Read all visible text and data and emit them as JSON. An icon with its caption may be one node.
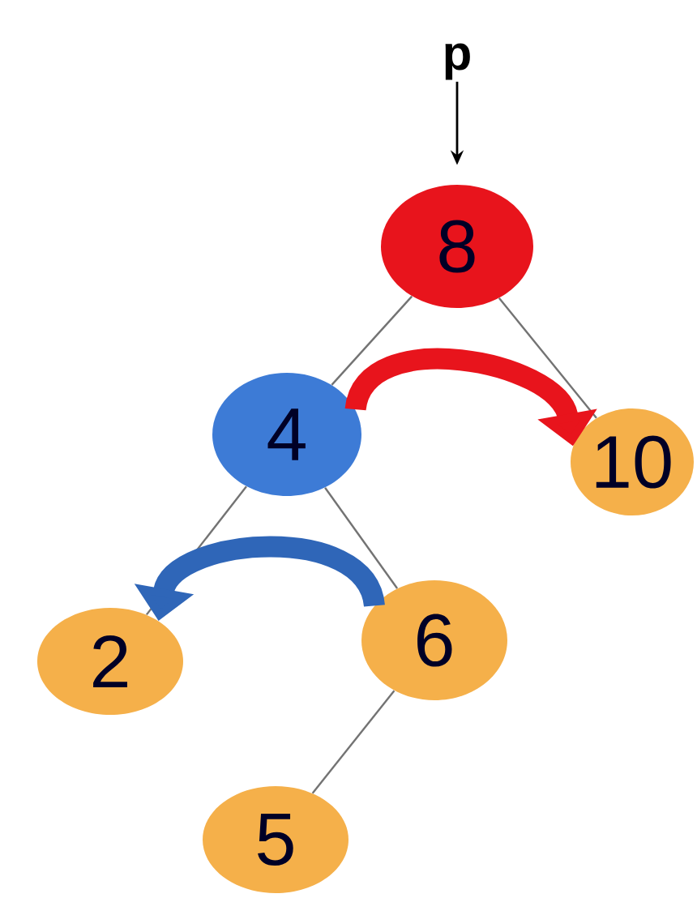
{
  "diagram": {
    "nodes": [
      {
        "text": [
          "p"
        ]
      },
      {
        "text": [
          "8"
        ]
      },
      {
        "text": [
          "4"
        ]
      },
      {
        "text": [
          "10"
        ]
      },
      {
        "text": [
          "2"
        ]
      },
      {
        "text": [
          "6"
        ]
      },
      {
        "text": [
          "5"
        ]
      }
    ],
    "edges": [
      {
        "from": 0,
        "to": 1,
        "arrow": "to",
        "color": "#000000"
      },
      {
        "from": 1,
        "to": 2,
        "arrow": "none"
      },
      {
        "from": 1,
        "to": 3,
        "arrow": "none"
      },
      {
        "from": 2,
        "to": 4,
        "arrow": "none"
      },
      {
        "from": 2,
        "to": 5,
        "arrow": "none"
      },
      {
        "from": 5,
        "to": 6,
        "arrow": "none"
      },
      {
        "from": 2,
        "to": 3,
        "arrow": "to",
        "style": "thick",
        "color": "#e8141c"
      },
      {
        "from": 5,
        "to": 4,
        "arrow": "to",
        "style": "thick",
        "color": "#2f66b8"
      }
    ]
  }
}
